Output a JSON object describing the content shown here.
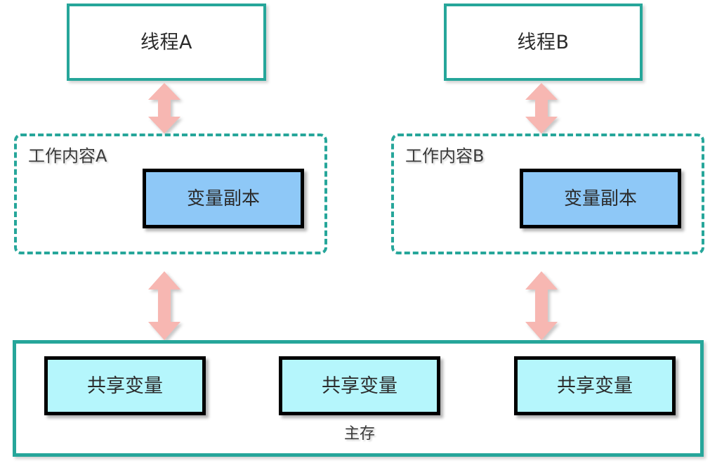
{
  "diagram": {
    "title": "Java Memory Model (JMM) thread working memory and main memory",
    "colors": {
      "teal_border": "#26a69a",
      "variable_copy_fill": "#8ec8f7",
      "shared_variable_fill": "#b5f6fc",
      "arrow_fill": "#f7b7b2",
      "text": "#2b2b2b",
      "box_border_black": "#000000",
      "background": "#ffffff"
    },
    "threads": [
      {
        "label": "线程A"
      },
      {
        "label": "线程B"
      }
    ],
    "work_memories": [
      {
        "label": "工作内容A",
        "variable_copy": "变量副本"
      },
      {
        "label": "工作内容B",
        "variable_copy": "变量副本"
      }
    ],
    "main_memory": {
      "label": "主存",
      "shared_variables": [
        {
          "label": "共享变量"
        },
        {
          "label": "共享变量"
        },
        {
          "label": "共享变量"
        }
      ]
    },
    "arrows": [
      {
        "name": "thread-a-to-work-memory-a",
        "direction": "bidirectional"
      },
      {
        "name": "thread-b-to-work-memory-b",
        "direction": "bidirectional"
      },
      {
        "name": "work-memory-a-to-main-memory",
        "direction": "bidirectional"
      },
      {
        "name": "work-memory-b-to-main-memory",
        "direction": "bidirectional"
      }
    ]
  }
}
